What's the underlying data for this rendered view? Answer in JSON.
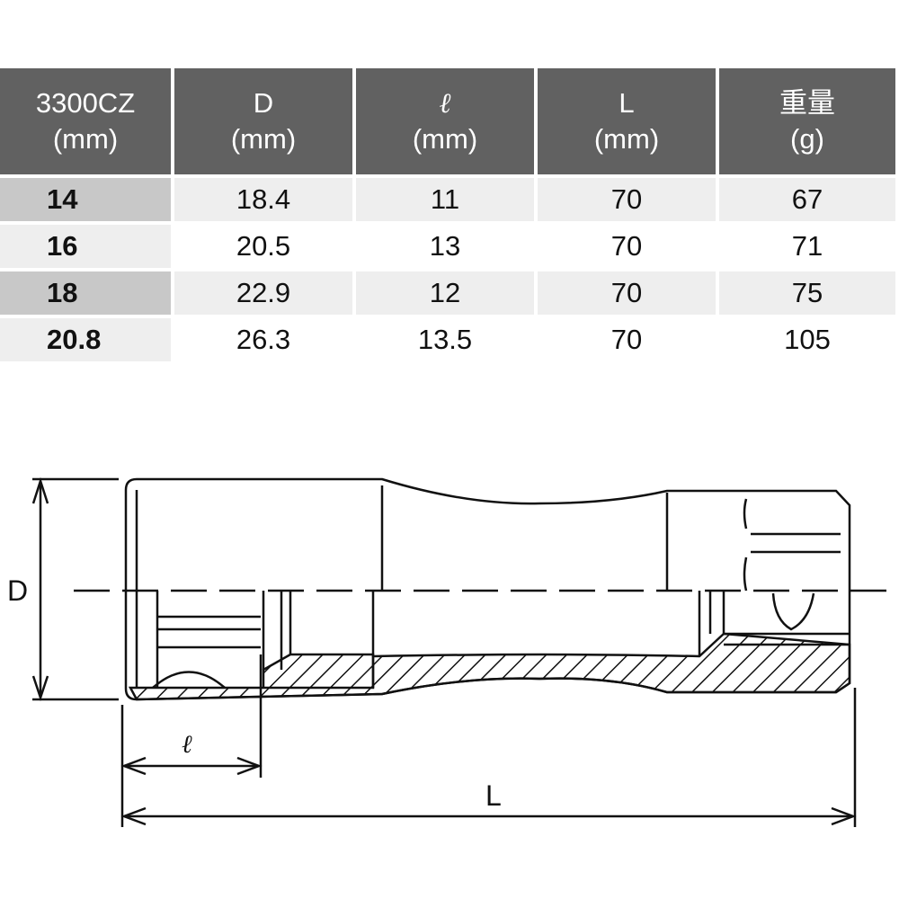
{
  "table": {
    "headers": [
      {
        "line1": "3300CZ",
        "line2": "(mm)"
      },
      {
        "line1": "D",
        "line2": "(mm)"
      },
      {
        "line1": "ℓ",
        "line2": "(mm)"
      },
      {
        "line1": "L",
        "line2": "(mm)"
      },
      {
        "line1": "重量",
        "line2": "(g)"
      }
    ],
    "rows": [
      [
        "14",
        "18.4",
        "11",
        "70",
        "67"
      ],
      [
        "16",
        "20.5",
        "13",
        "70",
        "71"
      ],
      [
        "18",
        "22.9",
        "12",
        "70",
        "75"
      ],
      [
        "20.8",
        "26.3",
        "13.5",
        "70",
        "105"
      ]
    ],
    "colors": {
      "header_bg": "#616161",
      "header_text": "#ffffff",
      "row_shade": "#eeeeee",
      "first_col_shade": "#c8c8c8"
    }
  },
  "diagram": {
    "labels": {
      "diameter": "D",
      "socket_depth": "ℓ",
      "length": "L"
    }
  }
}
